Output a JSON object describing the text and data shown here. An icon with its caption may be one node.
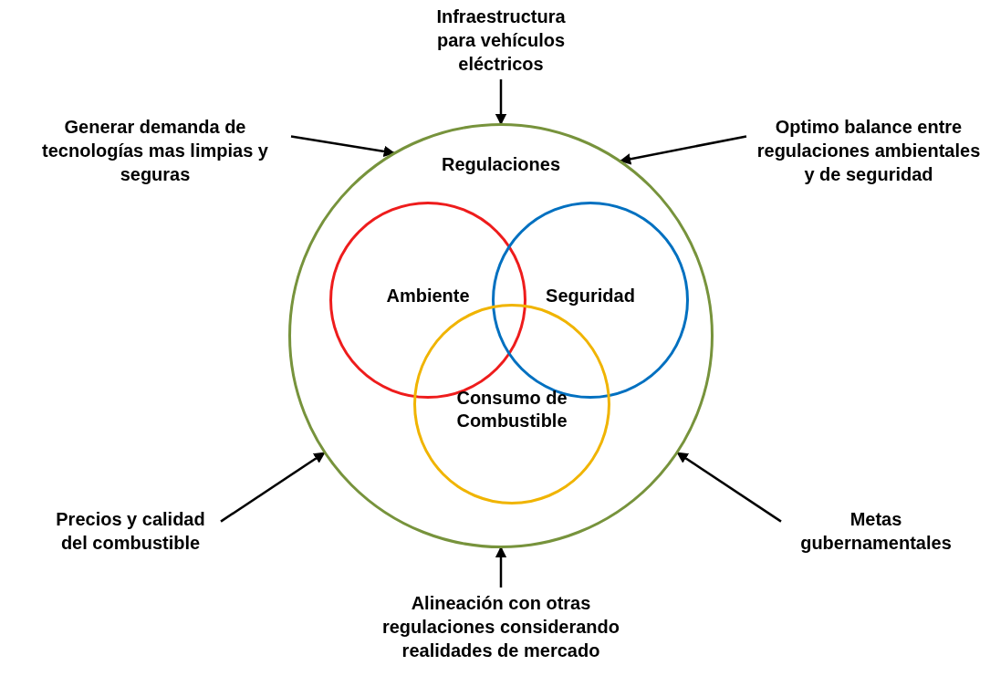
{
  "diagram": {
    "nodes": [
      {
        "text": [
          "Regulaciones"
        ]
      },
      {
        "text": [
          "Ambiente"
        ],
        "in": 0
      },
      {
        "text": [
          "Seguridad"
        ],
        "in": 0
      },
      {
        "text": [
          "Consumo de Combustible"
        ],
        "in": 0
      },
      {
        "text": [
          "Infraestructura para vehículos eléctricos"
        ]
      },
      {
        "text": [
          "Generar demanda de tecnologías mas limpias y seguras"
        ]
      },
      {
        "text": [
          "Optimo balance entre regulaciones ambientales y de seguridad"
        ]
      },
      {
        "text": [
          "Precios y calidad del combustible"
        ]
      },
      {
        "text": [
          "Metas gubernamentales"
        ]
      },
      {
        "text": [
          "Alineación con otras regulaciones considerando realidades de mercado"
        ]
      }
    ],
    "edges": [
      {
        "from": 4,
        "to": 0,
        "arrow": "to"
      },
      {
        "from": 5,
        "to": 0,
        "arrow": "to"
      },
      {
        "from": 6,
        "to": 0,
        "arrow": "to"
      },
      {
        "from": 7,
        "to": 0,
        "arrow": "to"
      },
      {
        "from": 8,
        "to": 0,
        "arrow": "to"
      },
      {
        "from": 9,
        "to": 0,
        "arrow": "to"
      }
    ]
  }
}
